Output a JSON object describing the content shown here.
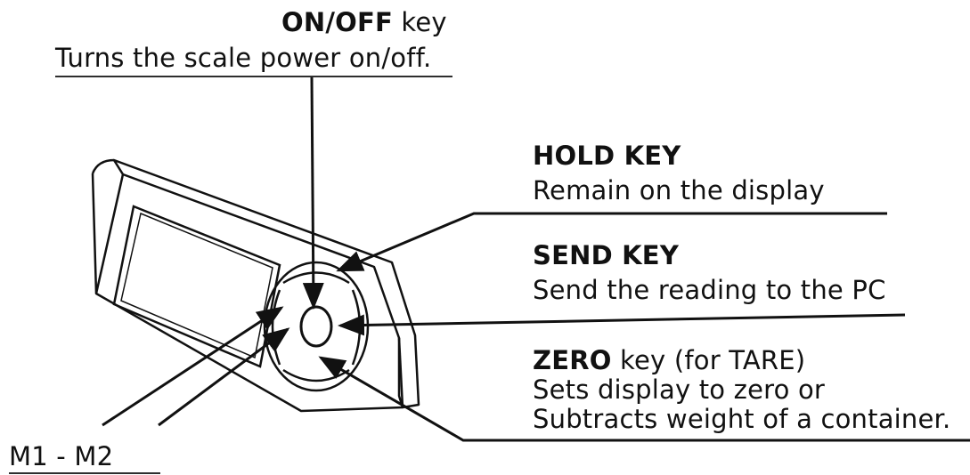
{
  "labels": {
    "onoff": {
      "title_bold": "ON/OFF",
      "title_rest": " key",
      "desc": "Turns the scale power on/off."
    },
    "hold": {
      "title_bold": "HOLD KEY",
      "desc": "Remain on the display"
    },
    "send": {
      "title_bold": "SEND KEY",
      "desc": "Send the reading to the PC"
    },
    "zero": {
      "title_bold": "ZERO",
      "title_rest": " key (for TARE)",
      "desc_1": "Sets display to zero or",
      "desc_2": "Subtracts weight of a container."
    },
    "m1m2": {
      "title": "M1 - M2"
    }
  }
}
